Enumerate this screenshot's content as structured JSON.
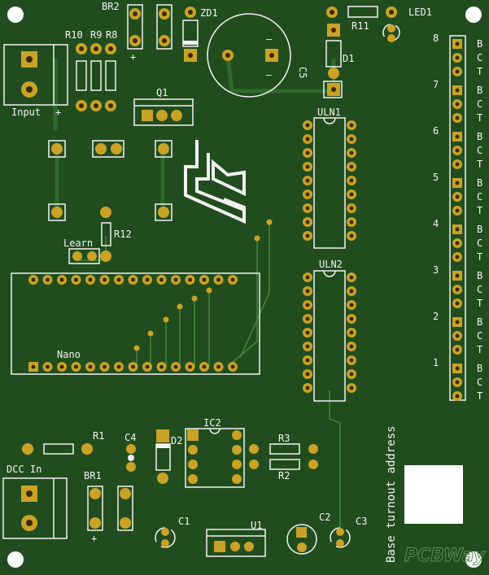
{
  "board": {
    "colors": {
      "pcb": "#214d1e",
      "trace": "#2f6a2a",
      "silk": "#f2f2f2",
      "pad": "#c9a227",
      "hole": "#e8d9a0",
      "mount": "#ffffff"
    },
    "labels": {
      "br2": "BR2",
      "br2_plus": "+",
      "zd1": "ZD1",
      "r11": "R11",
      "led1": "LED1",
      "r10": "R10",
      "r9": "R9",
      "r8": "R8",
      "input": "Input",
      "input_plus": "+",
      "q1": "Q1",
      "c5": "C5",
      "d1": "D1",
      "uln1": "ULN1",
      "uln2": "ULN2",
      "r12": "R12",
      "learn": "Learn",
      "nano": "Nano",
      "r1": "R1",
      "c4": "C4",
      "d2": "D2",
      "ic2": "IC2",
      "r3": "R3",
      "r2": "R2",
      "dcc_in": "DCC In",
      "br1": "BR1",
      "br1_plus": "+",
      "c1": "C1",
      "u1": "U1",
      "c2": "C2",
      "c3": "C3",
      "base_turnout": "Base turnout address",
      "pcbway": "PCBWay",
      "c5_minus1": "—",
      "c5_minus2": "—"
    },
    "outputs": [
      {
        "num": "8",
        "b": "B",
        "c": "C",
        "t": "T"
      },
      {
        "num": "7",
        "b": "B",
        "c": "C",
        "t": "T"
      },
      {
        "num": "6",
        "b": "B",
        "c": "C",
        "t": "T"
      },
      {
        "num": "5",
        "b": "B",
        "c": "C",
        "t": "T"
      },
      {
        "num": "4",
        "b": "B",
        "c": "C",
        "t": "T"
      },
      {
        "num": "3",
        "b": "B",
        "c": "C",
        "t": "T"
      },
      {
        "num": "2",
        "b": "B",
        "c": "C",
        "t": "T"
      },
      {
        "num": "1",
        "b": "B",
        "c": "C",
        "t": "T"
      }
    ]
  }
}
